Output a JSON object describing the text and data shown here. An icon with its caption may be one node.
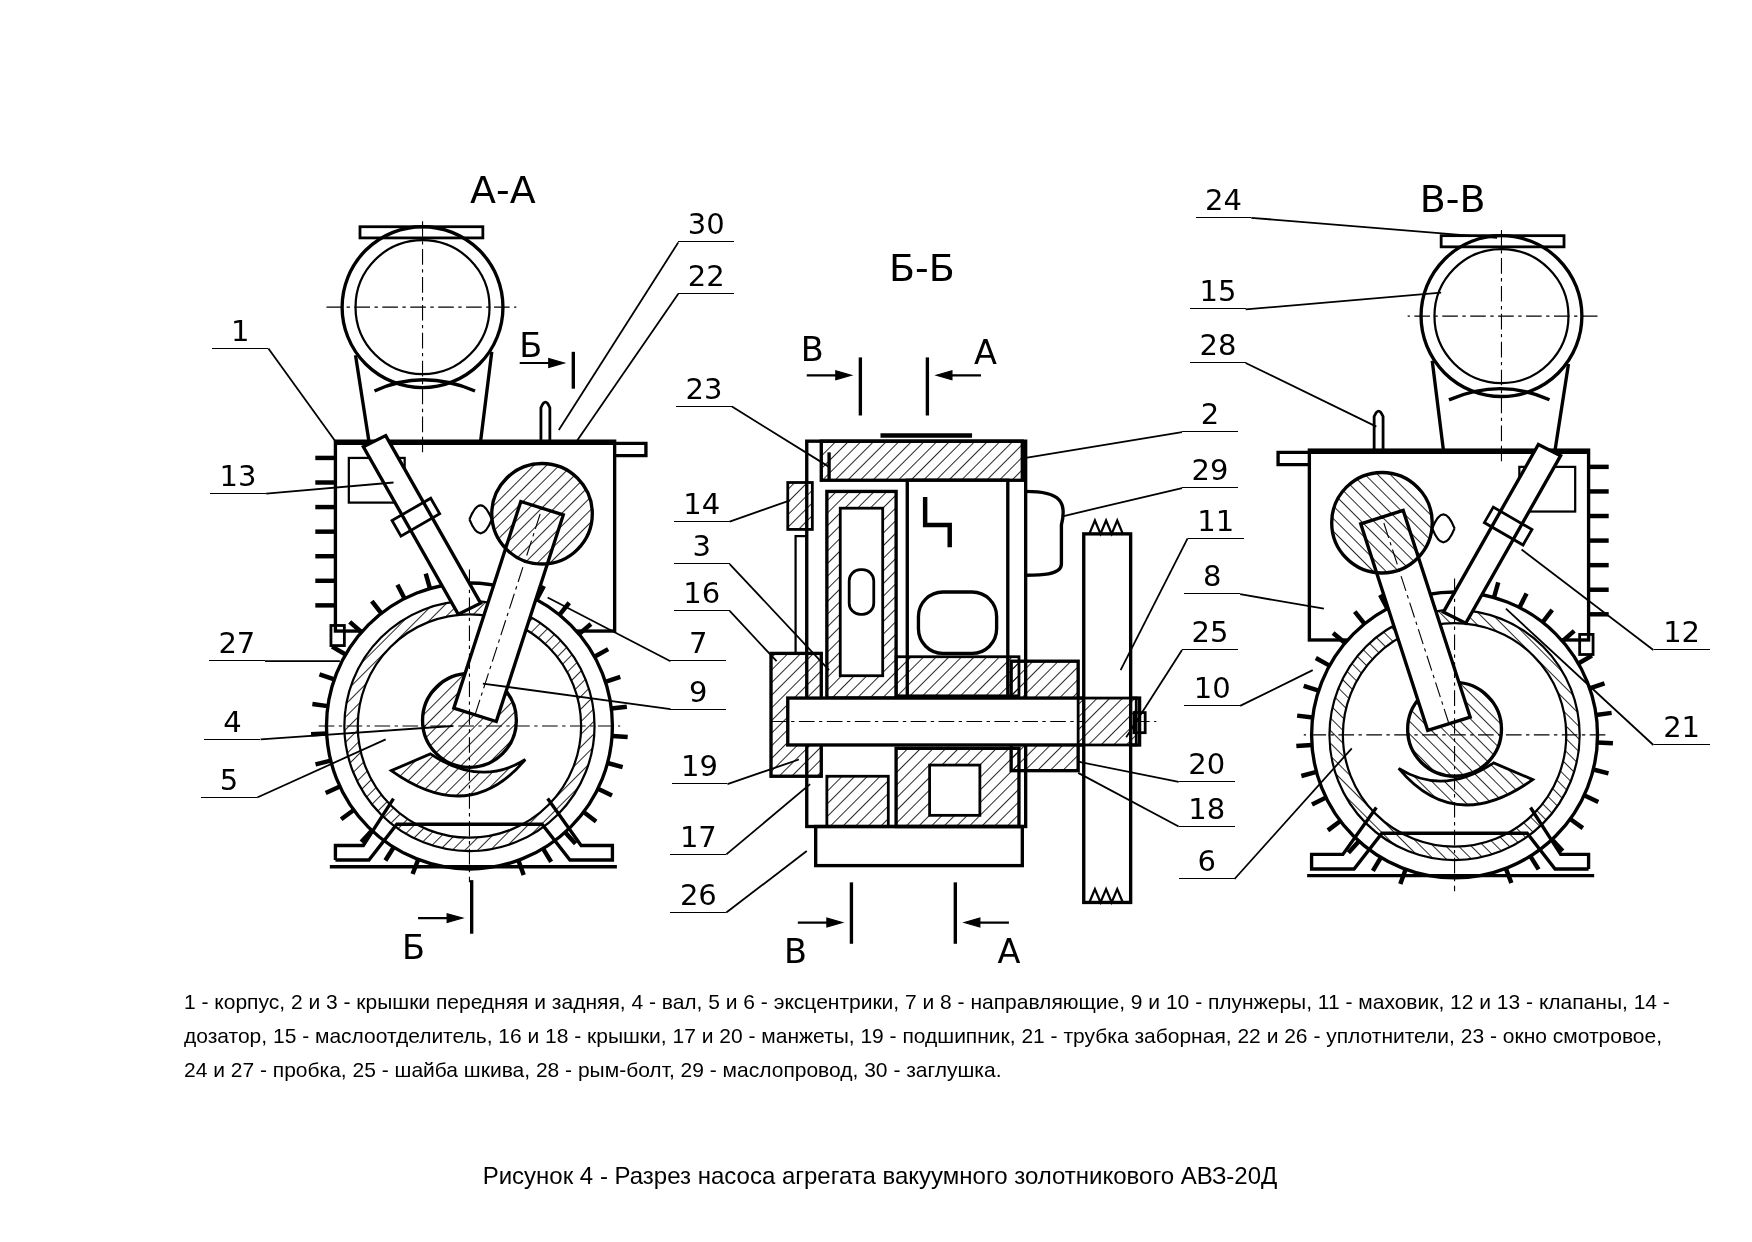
{
  "diagram": {
    "caption": "Рисунок 4 - Разрез насоса агрегата вакуумного золотникового АВЗ-20Д",
    "nodes": [
      {
        "text": [
          "24"
        ]
      },
      {
        "text": [
          "30"
        ]
      },
      {
        "text": [
          "22"
        ]
      },
      {
        "text": [
          "15"
        ]
      },
      {
        "text": [
          "1"
        ]
      },
      {
        "text": [
          "28"
        ]
      },
      {
        "text": [
          "23"
        ]
      },
      {
        "text": [
          "2"
        ]
      },
      {
        "text": [
          "29"
        ]
      },
      {
        "text": [
          "13"
        ]
      },
      {
        "text": [
          "14"
        ]
      },
      {
        "text": [
          "11"
        ]
      },
      {
        "text": [
          "3"
        ]
      },
      {
        "text": [
          "8"
        ]
      },
      {
        "text": [
          "16"
        ]
      },
      {
        "text": [
          "25"
        ]
      },
      {
        "text": [
          "27"
        ]
      },
      {
        "text": [
          "7"
        ]
      },
      {
        "text": [
          "12"
        ]
      },
      {
        "text": [
          "9"
        ]
      },
      {
        "text": [
          "10"
        ]
      },
      {
        "text": [
          "4"
        ]
      },
      {
        "text": [
          "21"
        ]
      },
      {
        "text": [
          "19"
        ]
      },
      {
        "text": [
          "20"
        ]
      },
      {
        "text": [
          "5"
        ]
      },
      {
        "text": [
          "18"
        ]
      },
      {
        "text": [
          "17"
        ]
      },
      {
        "text": [
          "6"
        ]
      },
      {
        "text": [
          "26"
        ]
      }
    ],
    "edges": [
      {
        "from": 0,
        "to": null,
        "arrow": "none"
      },
      {
        "from": 1,
        "to": null,
        "arrow": "none"
      },
      {
        "from": 2,
        "to": null,
        "arrow": "none"
      },
      {
        "from": 3,
        "to": null,
        "arrow": "none"
      },
      {
        "from": 4,
        "to": null,
        "arrow": "none"
      },
      {
        "from": 5,
        "to": null,
        "arrow": "none"
      },
      {
        "from": 6,
        "to": null,
        "arrow": "none"
      },
      {
        "from": 7,
        "to": null,
        "arrow": "none"
      },
      {
        "from": 8,
        "to": null,
        "arrow": "none"
      },
      {
        "from": 9,
        "to": null,
        "arrow": "none"
      },
      {
        "from": 10,
        "to": null,
        "arrow": "none"
      },
      {
        "from": 11,
        "to": null,
        "arrow": "none"
      },
      {
        "from": 12,
        "to": null,
        "arrow": "none"
      },
      {
        "from": 13,
        "to": null,
        "arrow": "none"
      },
      {
        "from": 14,
        "to": null,
        "arrow": "none"
      },
      {
        "from": 15,
        "to": null,
        "arrow": "none"
      },
      {
        "from": 16,
        "to": null,
        "arrow": "none"
      },
      {
        "from": 17,
        "to": null,
        "arrow": "none"
      },
      {
        "from": 18,
        "to": null,
        "arrow": "none"
      },
      {
        "from": 19,
        "to": null,
        "arrow": "none"
      },
      {
        "from": 20,
        "to": null,
        "arrow": "none"
      },
      {
        "from": 21,
        "to": null,
        "arrow": "none"
      },
      {
        "from": 22,
        "to": null,
        "arrow": "none"
      },
      {
        "from": 23,
        "to": null,
        "arrow": "none"
      },
      {
        "from": 24,
        "to": null,
        "arrow": "none"
      },
      {
        "from": 25,
        "to": null,
        "arrow": "none"
      },
      {
        "from": 26,
        "to": null,
        "arrow": "none"
      },
      {
        "from": 27,
        "to": null,
        "arrow": "none"
      },
      {
        "from": 28,
        "to": null,
        "arrow": "none"
      },
      {
        "from": 29,
        "to": null,
        "arrow": "none"
      }
    ],
    "labels": [
      "А-А",
      "В-В",
      "Б-Б",
      "Б",
      "В",
      "А",
      "Б",
      "В",
      "А",
      "1 - корпус, 2 и 3 - крышки передняя и задняя, 4 - вал, 5 и 6 - эксцентрики, 7 и 8 - направляющие, 9 и 10 - плунжеры, 11 - маховик, 12 и 13 - клапаны, 14 - дозатор, 15 - маслоотделитель, 16 и 18 - крышки, 17 и 20 - манжеты, 19 - подшипник, 21 - трубка заборная, 22 и 26 - уплотнители, 23 - окно смотровое, 24 и 27 - пробка, 25 - шайба шкива, 28 - рым-болт, 29 - маслопровод, 30 - заглушка."
    ]
  }
}
